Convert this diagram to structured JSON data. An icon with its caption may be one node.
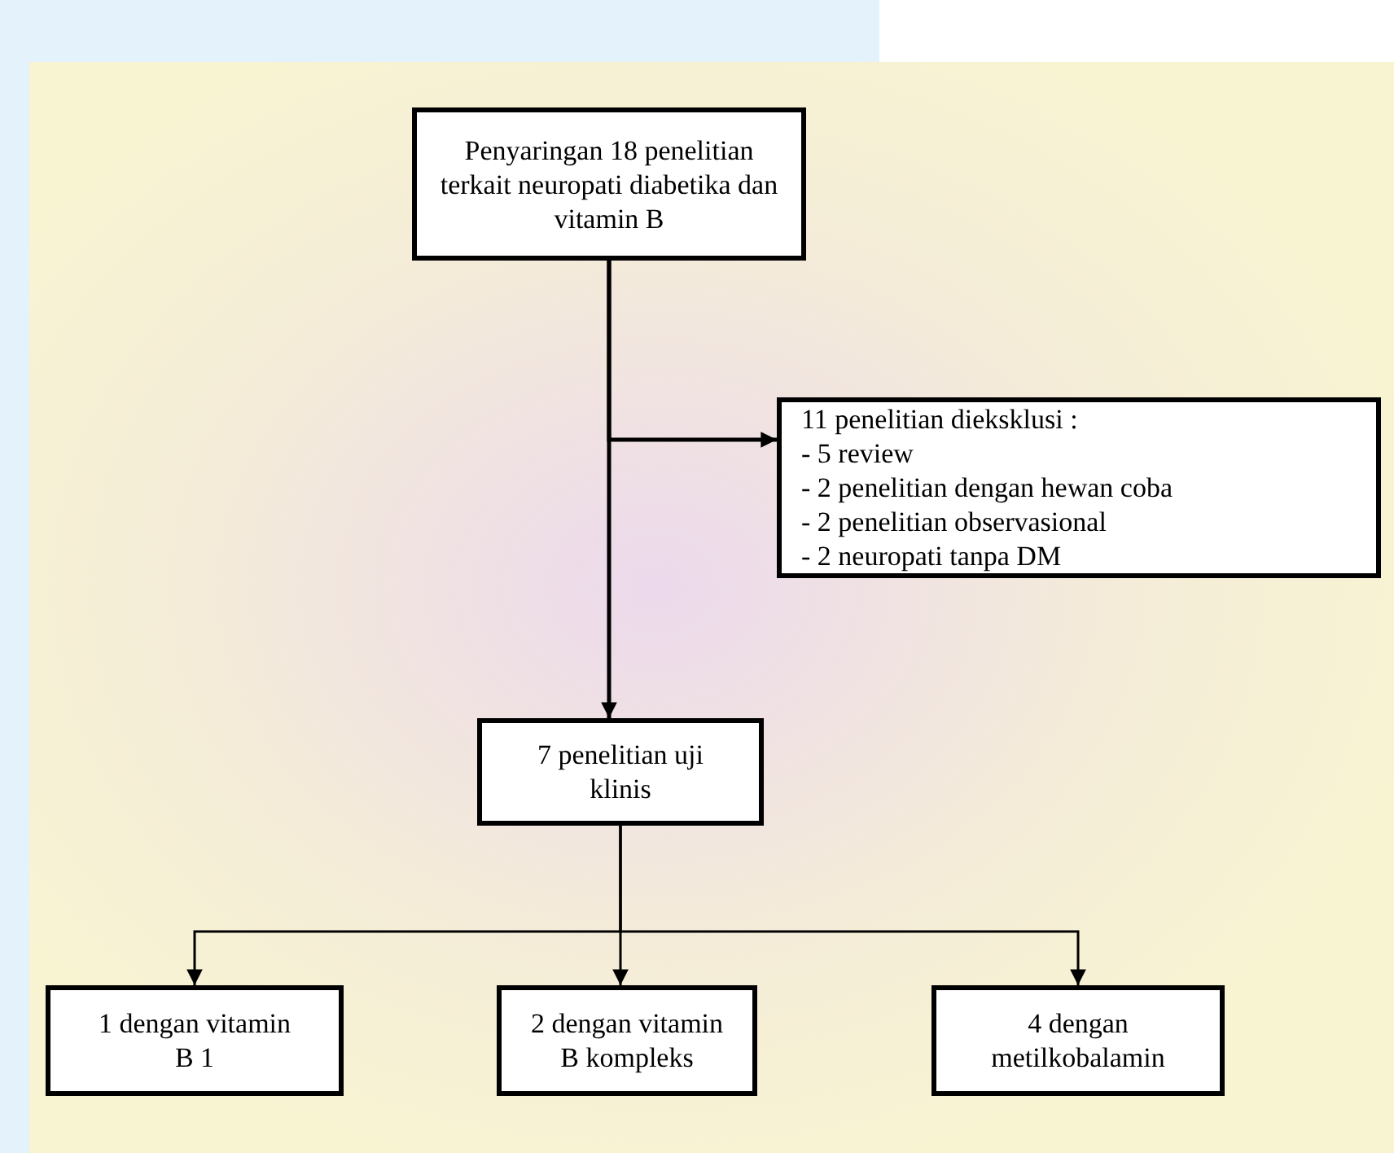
{
  "diagram": {
    "nodes": [
      {
        "text": [
          "Penyaringan 18 penelitian terkait neuropati diabetika dan vitamin B"
        ]
      },
      {
        "text": [
          "11 penelitian dieksklusi :",
          "- 5 review",
          "- 2 penelitian dengan hewan coba",
          "- 2 penelitian observasional",
          "- 2 neuropati tanpa DM"
        ]
      },
      {
        "text": [
          "7 penelitian uji klinis"
        ]
      },
      {
        "text": [
          "1 dengan vitamin B 1"
        ]
      },
      {
        "text": [
          "2 dengan vitamin B kompleks"
        ]
      },
      {
        "text": [
          "4 dengan metilkobalamin"
        ]
      }
    ],
    "edges": [
      {
        "from": 0,
        "to": 2,
        "arrow": "to"
      },
      {
        "from": 0,
        "to": 1,
        "arrow": "to"
      },
      {
        "from": 2,
        "to": 3,
        "arrow": "to"
      },
      {
        "from": 2,
        "to": 4,
        "arrow": "to"
      },
      {
        "from": 2,
        "to": 5,
        "arrow": "to"
      }
    ]
  }
}
